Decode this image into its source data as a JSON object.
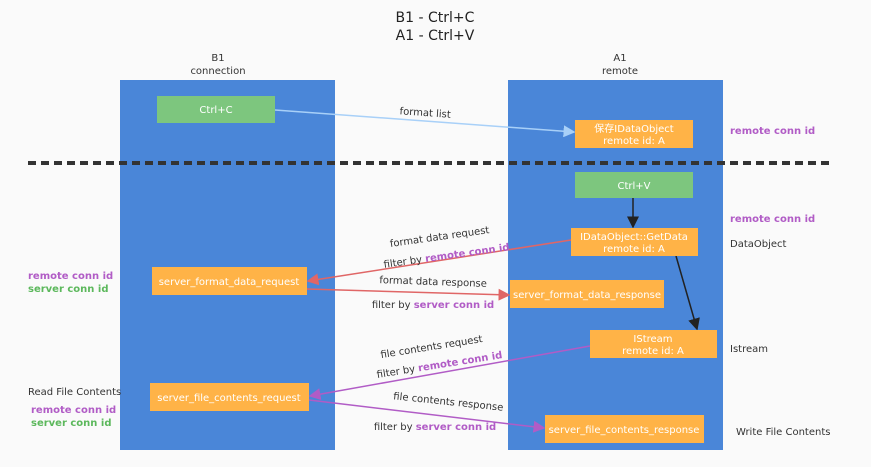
{
  "title": {
    "line1": "B1 - Ctrl+C",
    "line2": "A1 - Ctrl+V"
  },
  "columns": {
    "left": {
      "name": "B1",
      "sub": "connection"
    },
    "right": {
      "name": "A1",
      "sub": "remote"
    }
  },
  "boxes": {
    "ctrl_c": "Ctrl+C",
    "save_obj": {
      "l1": "保存IDataObject",
      "l2": "remote id: A"
    },
    "ctrl_v": "Ctrl+V",
    "getdata": {
      "l1": "IDataObject::GetData",
      "l2": "remote id: A"
    },
    "fmt_req": "server_format_data_request",
    "fmt_resp": "server_format_data_response",
    "istream": {
      "l1": "IStream",
      "l2": "remote id: A"
    },
    "fc_req": "server_file_contents_request",
    "fc_resp": "server_file_contents_response"
  },
  "edges": {
    "format_list": "format list",
    "fmt_req": {
      "label": "format data request",
      "filter": "filter by ",
      "key": "remote conn id"
    },
    "fmt_resp": {
      "label": "format data response",
      "filter": "filter by ",
      "key": "server conn id"
    },
    "fc_req": {
      "label": "file contents request",
      "filter": "filter by ",
      "key": "remote conn id"
    },
    "fc_resp": {
      "label": "file contents response",
      "filter": "filter by ",
      "key": "server conn id"
    }
  },
  "side_notes": {
    "r1": "remote conn id",
    "r2": "remote conn id",
    "dataobject": "DataObject",
    "istream": "Istream",
    "write": "Write File Contents",
    "l_remote1": "remote conn id",
    "l_server1": "server conn id",
    "read": "Read File Contents",
    "l_remote2": "remote conn id",
    "l_server2": "server conn id"
  },
  "colors": {
    "column": "#4a86d8",
    "green": "#7dc67e",
    "orange": "#ffb347",
    "purple": "#b15cc6",
    "red": "#e06666",
    "lightblue": "#a8d0f8"
  }
}
